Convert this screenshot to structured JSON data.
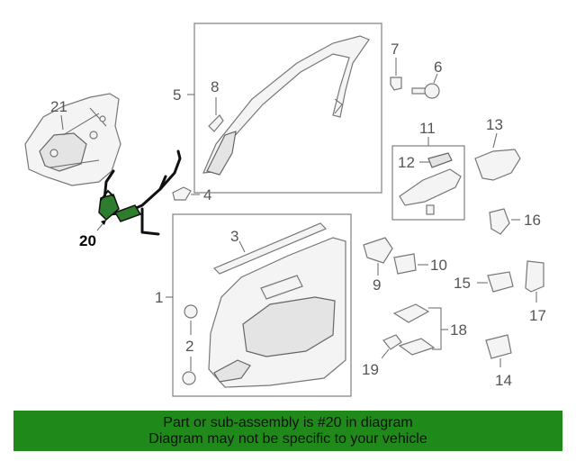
{
  "callouts": {
    "c1": "1",
    "c2": "2",
    "c3": "3",
    "c4": "4",
    "c5": "5",
    "c6": "6",
    "c7": "7",
    "c8": "8",
    "c9": "9",
    "c10": "10",
    "c11": "11",
    "c12": "12",
    "c13": "13",
    "c14": "14",
    "c15": "15",
    "c16": "16",
    "c17": "17",
    "c18": "18",
    "c19": "19",
    "c20": "20",
    "c21": "21"
  },
  "highlight": {
    "part": "20",
    "color": "#1f6b1f"
  },
  "banner": {
    "line1": "Part or sub-assembly is #20 in diagram",
    "line2": "Diagram may not be specific to your vehicle",
    "color": "#1f8a1a"
  }
}
